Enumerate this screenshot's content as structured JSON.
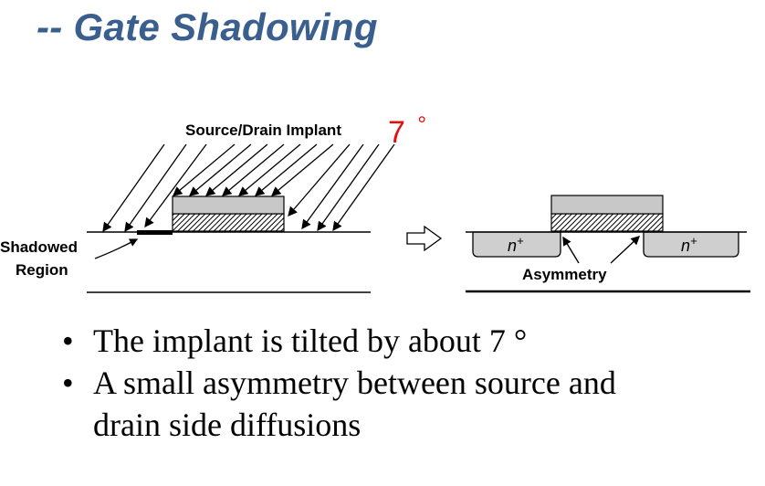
{
  "title": "-- Gate Shadowing",
  "diagram": {
    "implant_label": "Source/Drain Implant",
    "angle_label": "7",
    "angle_unit": "°",
    "shadowed_label_line1": "Shadowed",
    "shadowed_label_line2": "Region",
    "asymmetry_label": "Asymmetry",
    "diffusion_left": "n",
    "diffusion_right": "n",
    "diffusion_sup": "+"
  },
  "bullets": [
    {
      "line1": "The implant is tilted by about 7 °",
      "line2": ""
    },
    {
      "line1": "A small asymmetry between source and",
      "line2": "drain side diffusions"
    }
  ],
  "colors": {
    "title": "#3a5f8f",
    "angle": "#e01010",
    "poly_fill": "#c8c8c8",
    "diffusion_fill": "#cfcfcf"
  }
}
